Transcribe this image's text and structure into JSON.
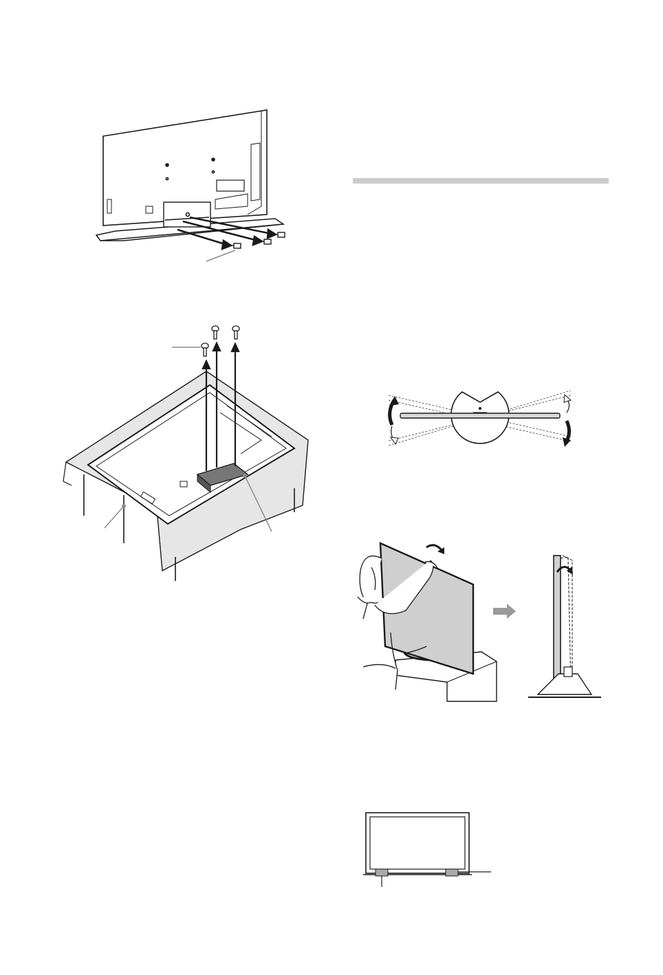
{
  "colors": {
    "line": "#1a1a1a",
    "callout_gray": "#8c8c8c",
    "cloth": "#e6e6e6",
    "screen_gray": "#cfcfcf",
    "section_bar": "#cccccc",
    "arrow_gray": "#9a9a9a"
  },
  "figures": [
    {
      "name": "tv-rear-stand-screws-removal"
    },
    {
      "name": "tv-facedown-stand-removal"
    },
    {
      "name": "swivel-angle-top-view"
    },
    {
      "name": "tilt-adjustment"
    },
    {
      "name": "cushion-pads-front-view"
    }
  ]
}
